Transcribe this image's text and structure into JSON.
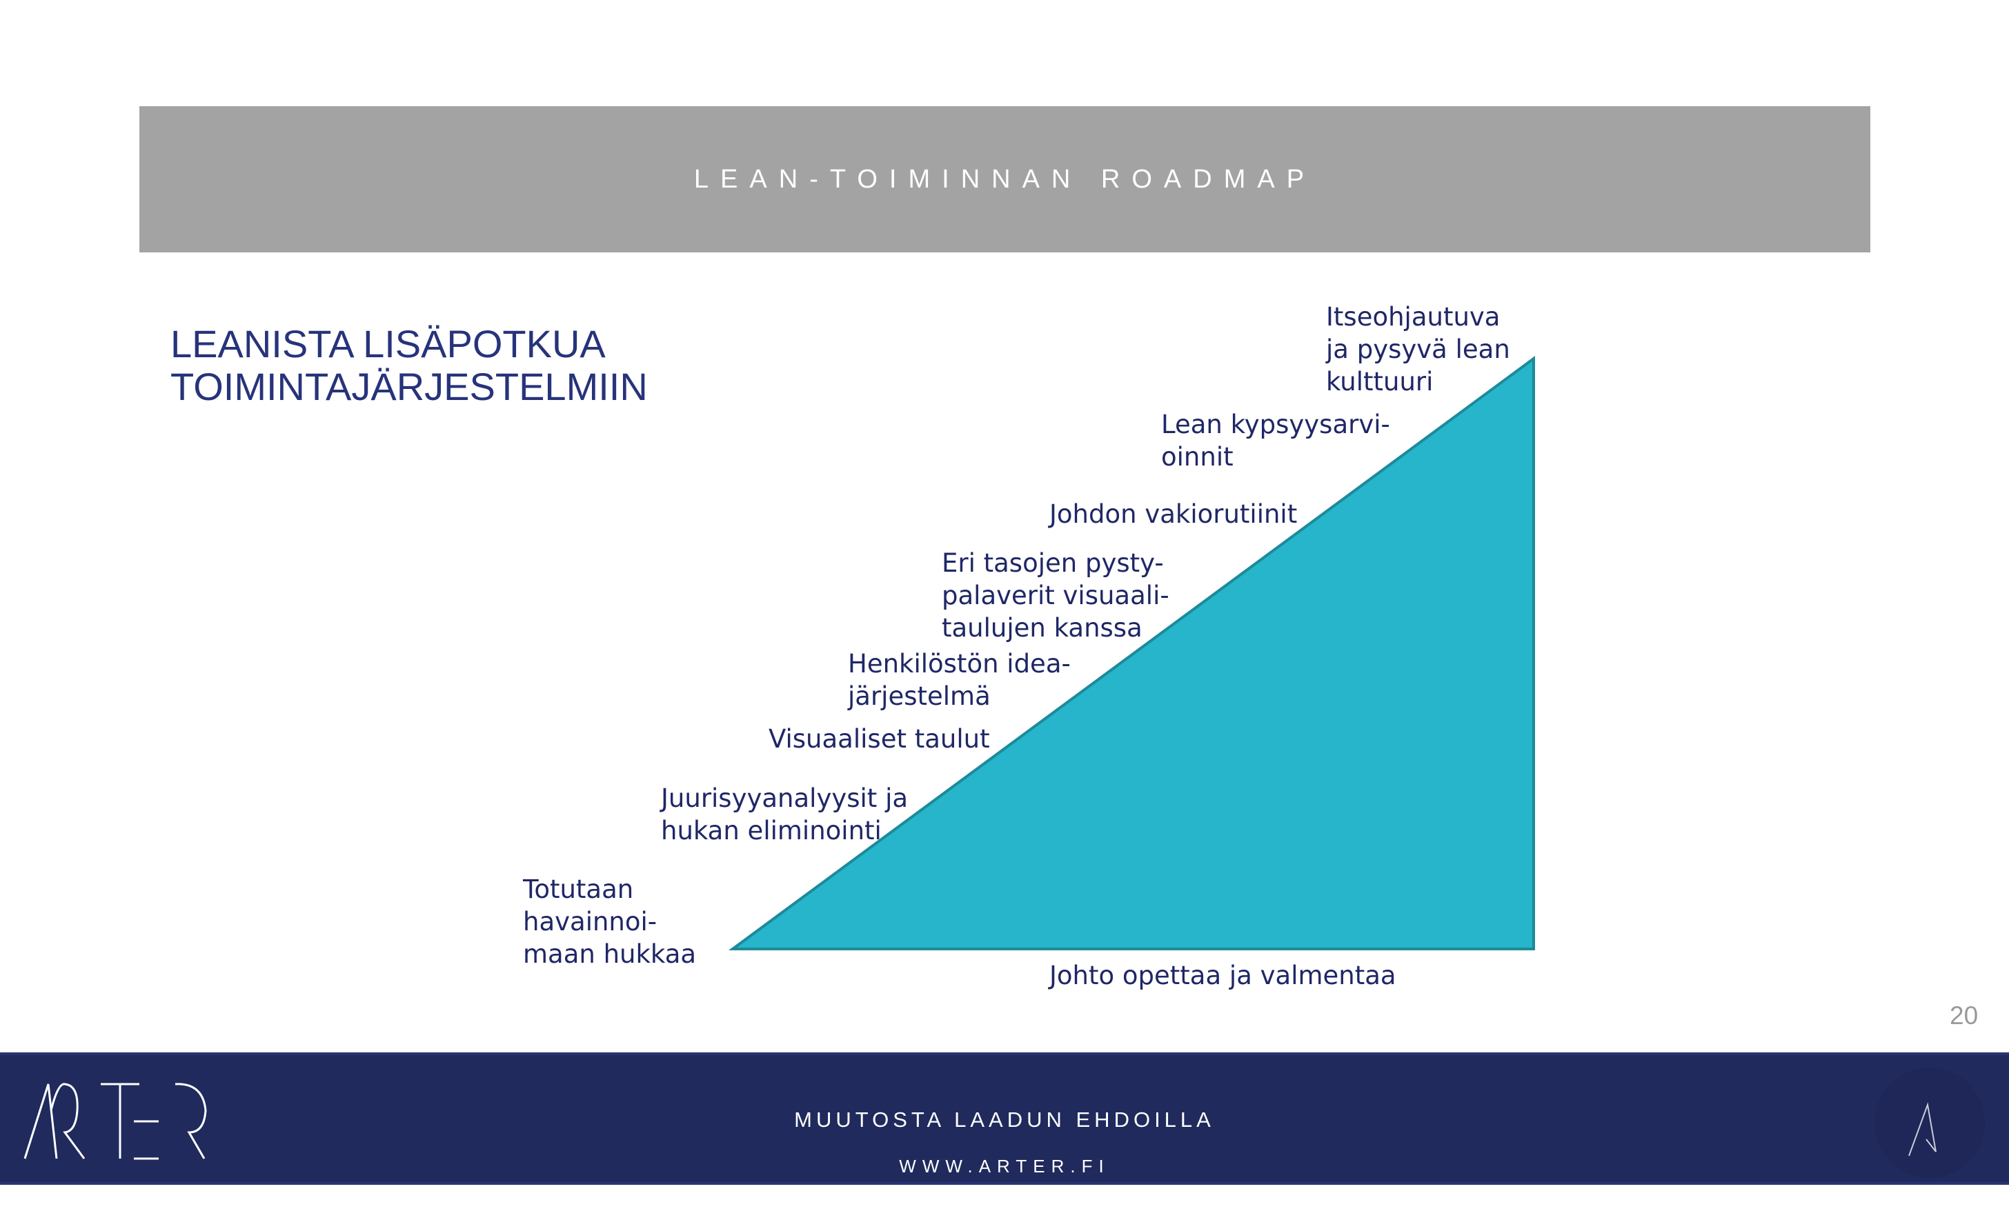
{
  "header": {
    "title": "LEAN-TOIMINNAN ROADMAP"
  },
  "heading": {
    "line1": "LEANISTA LISÄPOTKUA",
    "line2": "TOIMINTAJÄRJESTELMIIN"
  },
  "roadmap": {
    "steps": [
      "Totutaan\nhavainnoi-\nmaan hukkaa",
      "Juurisyyanalyysit ja\nhukan eliminointi",
      "Visuaaliset taulut",
      "Henkilöstön idea-\njärjestelmä",
      "Eri tasojen pysty-\npalaverit visuaali-\ntaulujen kanssa",
      "Johdon vakiorutiinit",
      "Lean kypsyysarvi-\noinnit",
      "Itseohjautuva\nja pysyvä lean\nkulttuuri"
    ],
    "base_label": "Johto opettaa ja valmentaa",
    "fill_color": "#26b5cb",
    "stroke_color": "#1d8a9a"
  },
  "page_number": "20",
  "footer": {
    "logo_text": "ARTER",
    "slogan": "MUUTOSTA LAADUN EHDOILLA",
    "url": "WWW.ARTER.FI",
    "background": "#202a5c"
  }
}
